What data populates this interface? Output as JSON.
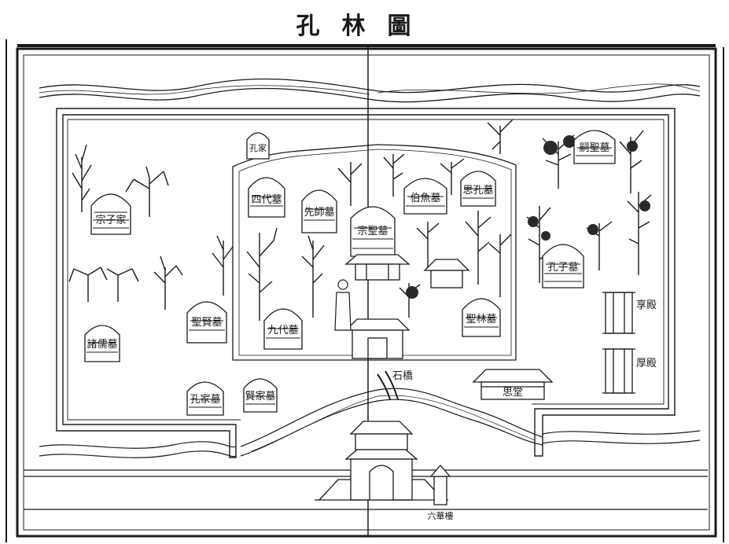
{
  "title": "孔林圖",
  "labels": {
    "tomb_top_small": "孔家",
    "tomb_left": "宗子家",
    "tomb_four": "四代墓",
    "tomb_xian": "先師墓",
    "tomb_center": "宗聖墓",
    "tomb_right_center": "伯魚墓",
    "tomb_right_top": "思孔墓",
    "tomb_far_right_top": "嗣聖墓",
    "tomb_kong": "孔子墓",
    "tomb_west": "諸儒墓",
    "tomb_mid_left": "聖賢墓",
    "tomb_nine": "九代墓",
    "tomb_east_low": "聖林墓",
    "tomb_bottom_left": "孔家墓",
    "tomb_bottom_mid": "賢家墓",
    "stone_bridge": "石橋",
    "hall_bottom": "思堂",
    "side_pavilion_upper": "享殿",
    "side_pavilion_lower": "厚殿",
    "gate_tower": "六華樓"
  }
}
